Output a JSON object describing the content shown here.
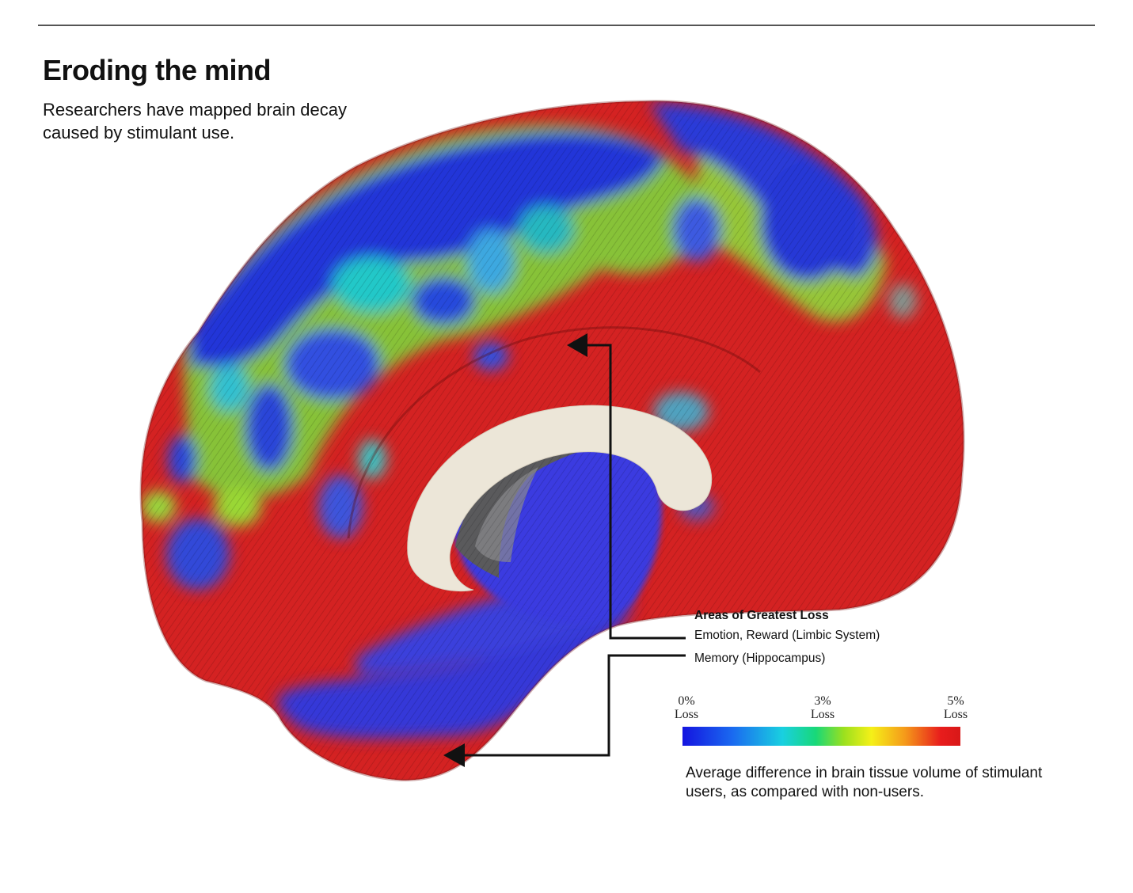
{
  "header": {
    "title": "Eroding the mind",
    "subtitle": "Researchers have mapped brain decay caused by stimulant use."
  },
  "callouts": {
    "heading": "Areas of Greatest Loss",
    "items": [
      {
        "label": "Emotion, Reward (Limbic System)"
      },
      {
        "label": "Memory (Hippocampus)"
      }
    ]
  },
  "scale": {
    "ticks": [
      {
        "value": "0%",
        "unit": "Loss"
      },
      {
        "value": "3%",
        "unit": "Loss"
      },
      {
        "value": "5%",
        "unit": "Loss"
      }
    ],
    "caption": "Average difference in brain tissue volume of stimulant users, as compared with non-users.",
    "colors": {
      "low": "#1414e0",
      "mid": "#f5f018",
      "high": "#e81c1c"
    }
  },
  "colors": {
    "loss_red": "#d42222",
    "low_blue": "#2436d8",
    "corpus_callosum": "#ece6d8",
    "arrow": "#111111"
  }
}
